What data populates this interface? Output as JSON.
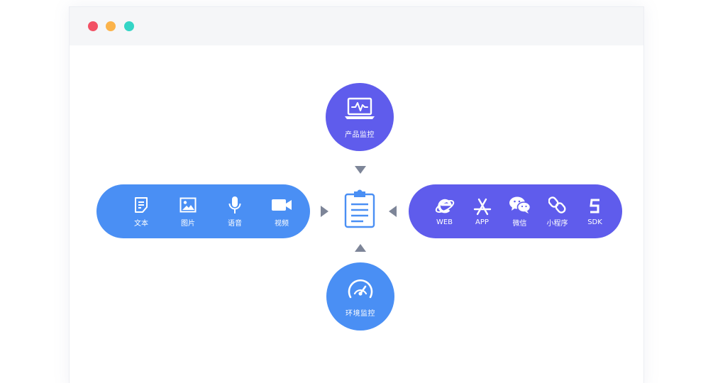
{
  "window": {
    "controls": [
      "close",
      "minimize",
      "maximize"
    ],
    "colors": {
      "close": "#f25165",
      "minimize": "#fbb34b",
      "maximize": "#34d5c6"
    }
  },
  "diagram": {
    "top_node": {
      "label": "产品监控",
      "icon": "laptop-pulse-icon",
      "color": "#5f5cec"
    },
    "bottom_node": {
      "label": "环境监控",
      "icon": "speedometer-icon",
      "color": "#4a8ff4"
    },
    "center_icon": "clipboard-list-icon",
    "arrow_color": "#7d8598",
    "left_group": {
      "color": "#4a8ff4",
      "items": [
        {
          "label": "文本",
          "icon": "document-text-icon"
        },
        {
          "label": "图片",
          "icon": "image-icon"
        },
        {
          "label": "语音",
          "icon": "microphone-icon"
        },
        {
          "label": "视频",
          "icon": "video-camera-icon"
        }
      ]
    },
    "right_group": {
      "color": "#5f5cec",
      "items": [
        {
          "label": "WEB",
          "icon": "ie-browser-icon"
        },
        {
          "label": "APP",
          "icon": "app-store-icon"
        },
        {
          "label": "微信",
          "icon": "wechat-icon"
        },
        {
          "label": "小程序",
          "icon": "mini-program-link-icon"
        },
        {
          "label": "SDK",
          "icon": "sdk-icon"
        }
      ]
    }
  }
}
